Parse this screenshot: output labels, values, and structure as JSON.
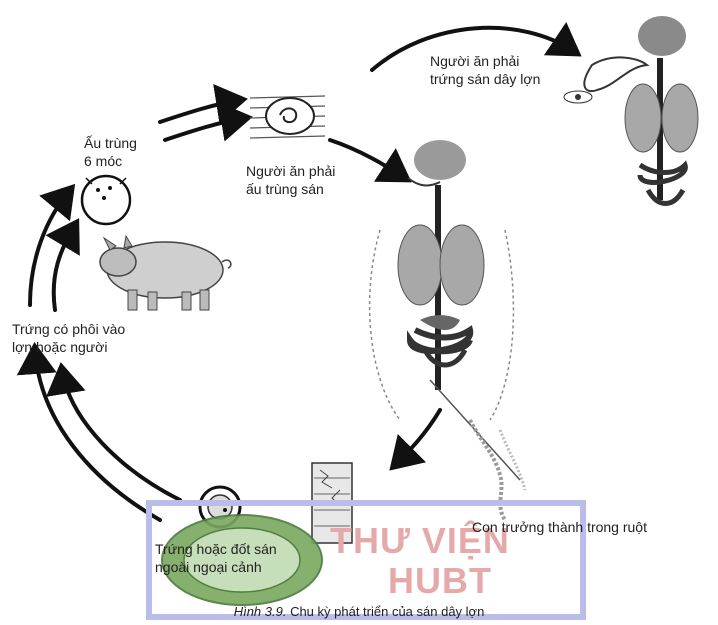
{
  "labels": {
    "larva_6_hooks": "Ấu trùng\n6 móc",
    "eats_larva": "Người ăn phải\nấu trùng sán",
    "eats_eggs": "Người ăn phải\ntrứng sán dây lợn",
    "embryo_eggs": "Trứng có phôi vào\nlợn hoặc người",
    "adult_intestine": "Con trưởng thành trong ruột",
    "eggs_outside": "Trứng hoặc đốt sán\nngoài ngoại cảnh"
  },
  "watermark": {
    "line1": "THƯ VIỆN",
    "line2": "HUBT"
  },
  "caption": {
    "figure": "Hình 3.9.",
    "text": " Chu kỳ phát triển của sán dây lợn"
  }
}
